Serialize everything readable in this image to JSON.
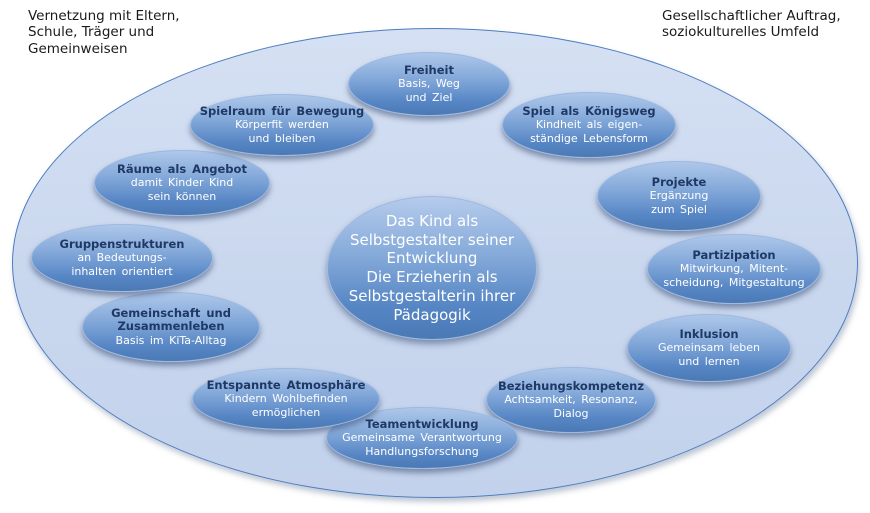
{
  "notes": {
    "top_left": "Vernetzung mit Eltern,\nSchule, Träger und\nGemeinweisen",
    "top_right": "Gesellschaftlicher Auftrag,\nsoziokulturelles Umfeld"
  },
  "center": {
    "text": "Das Kind als\nSelbstgestalter seiner\nEntwicklung\nDie Erzieherin als\nSelbstgestalterin ihrer\nPädagogik"
  },
  "bubbles": [
    {
      "id": "freiheit",
      "title": "Freiheit",
      "body": "Basis, Weg\nund Ziel"
    },
    {
      "id": "spiel-als-koenigsweg",
      "title": "Spiel als Königsweg",
      "body": "Kindheit als eigen-\nständige Lebensform"
    },
    {
      "id": "projekte",
      "title": "Projekte",
      "body": "Ergänzung\nzum Spiel"
    },
    {
      "id": "partizipation",
      "title": "Partizipation",
      "body": "Mitwirkung, Mitent-\nscheidung, Mitgestaltung"
    },
    {
      "id": "inklusion",
      "title": "Inklusion",
      "body": "Gemeinsam leben\nund lernen"
    },
    {
      "id": "beziehungskompetenz",
      "title": "Beziehungskompetenz",
      "body": "Achtsamkeit, Resonanz,\nDialog"
    },
    {
      "id": "teamentwicklung",
      "title": "Teamentwicklung",
      "body": "Gemeinsame Verantwortung\nHandlungsforschung"
    },
    {
      "id": "entspannte-atmosphaere",
      "title": "Entspannte Atmosphäre",
      "body": "Kindern Wohlbefinden\nermöglichen"
    },
    {
      "id": "gemeinschaft-und-zusammenleben",
      "title": "Gemeinschaft und\nZusammenleben",
      "body": "Basis im KiTa-Alltag"
    },
    {
      "id": "gruppenstrukturen",
      "title": "Gruppenstrukturen",
      "body": "an Bedeutungs-\ninhalten orientiert"
    },
    {
      "id": "raeume-als-angebot",
      "title": "Räume als Angebot",
      "body": "damit Kinder Kind\nsein können"
    },
    {
      "id": "spielraum-fuer-bewegung",
      "title": "Spielraum für Bewegung",
      "body": "Körperfit werden\nund bleiben"
    }
  ],
  "colors": {
    "outer_ellipse_fill": "#c9d7ee",
    "outer_ellipse_border": "#4e7dbf",
    "bubble_fill_top": "#aec7ea",
    "bubble_fill_bottom": "#4a79b5",
    "bubble_title": "#1f3864",
    "bubble_body": "#ffffff",
    "note_text": "#1a1a1a"
  }
}
